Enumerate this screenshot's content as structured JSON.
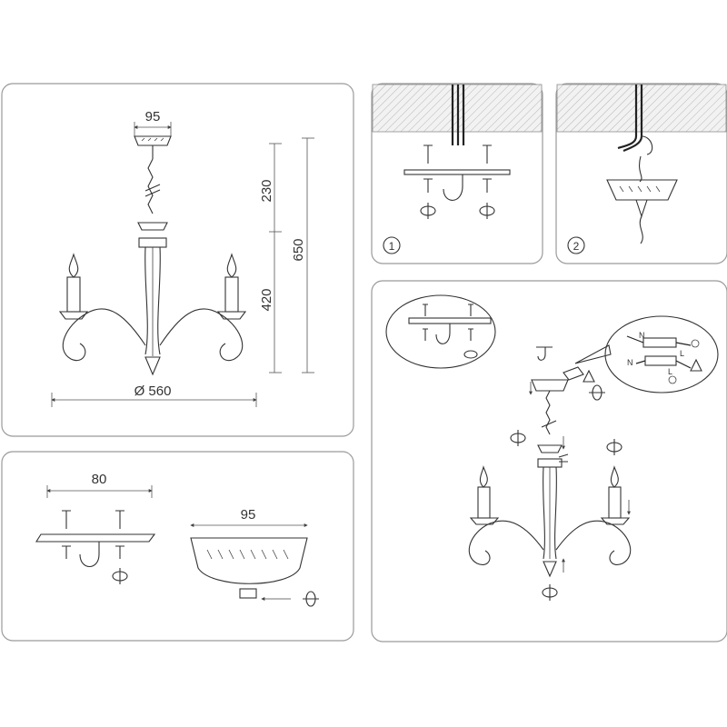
{
  "dimensions": {
    "top_width": "95",
    "upper_height": "230",
    "lower_height": "420",
    "total_height": "650",
    "diameter": "Ø 560",
    "bracket_spacing": "80",
    "canopy_width": "95"
  },
  "steps": {
    "step1": "1",
    "step2": "2"
  },
  "wiring": {
    "n_top": "N",
    "l_top": "L",
    "n_bottom": "N",
    "l_bottom": "L"
  },
  "colors": {
    "line": "#333333",
    "panel_border": "#9a9a9a",
    "hatch": "#cfcfcf",
    "wire": "#222222"
  },
  "icons": [
    "rotate-icon",
    "screw-icon",
    "hook-icon",
    "warning-icon",
    "ground-icon",
    "candle-icon"
  ]
}
